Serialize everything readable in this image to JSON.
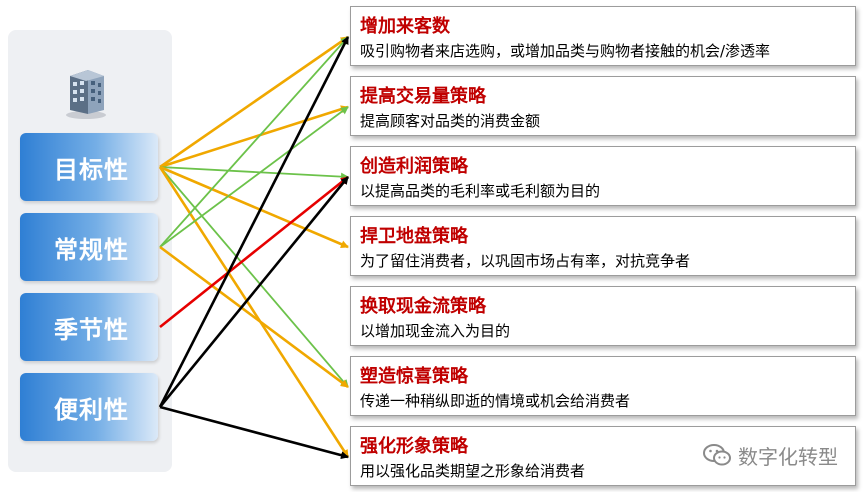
{
  "categories": [
    {
      "label": "目标性"
    },
    {
      "label": "常规性"
    },
    {
      "label": "季节性"
    },
    {
      "label": "便利性"
    }
  ],
  "strategies": [
    {
      "title": "增加来客数",
      "desc": "吸引购物者来店选购，或增加品类与购物者接触的机会/渗透率"
    },
    {
      "title": "提高交易量策略",
      "desc": "提高顾客对品类的消费金额"
    },
    {
      "title": "创造利润策略",
      "desc": "以提高品类的毛利率或毛利额为目的"
    },
    {
      "title": "捍卫地盘策略",
      "desc": "为了留住消费者，以巩固市场占有率，对抗竞争者"
    },
    {
      "title": "换取现金流策略",
      "desc": "以增加现金流入为目的"
    },
    {
      "title": "塑造惊喜策略",
      "desc": "传递一种稍纵即逝的情境或机会给消费者"
    },
    {
      "title": "强化形象策略",
      "desc": "用以强化品类期望之形象给消费者"
    }
  ],
  "colors": {
    "orange": "#f0a800",
    "green": "#6cc24a",
    "red": "#e60000",
    "black": "#000000",
    "title_red": "#c00000",
    "category_blue": "#2f7fd4"
  },
  "connections": [
    {
      "from": 0,
      "to": 0,
      "color": "orange"
    },
    {
      "from": 0,
      "to": 1,
      "color": "orange"
    },
    {
      "from": 0,
      "to": 2,
      "color": "green"
    },
    {
      "from": 0,
      "to": 3,
      "color": "orange"
    },
    {
      "from": 0,
      "to": 5,
      "color": "green"
    },
    {
      "from": 0,
      "to": 6,
      "color": "orange"
    },
    {
      "from": 1,
      "to": 0,
      "color": "green"
    },
    {
      "from": 1,
      "to": 1,
      "color": "green"
    },
    {
      "from": 1,
      "to": 5,
      "color": "orange"
    },
    {
      "from": 2,
      "to": 2,
      "color": "red"
    },
    {
      "from": 3,
      "to": 0,
      "color": "black"
    },
    {
      "from": 3,
      "to": 2,
      "color": "black"
    },
    {
      "from": 3,
      "to": 6,
      "color": "black"
    }
  ],
  "watermark": {
    "icon": "wechat-icon",
    "text": "数字化转型"
  }
}
